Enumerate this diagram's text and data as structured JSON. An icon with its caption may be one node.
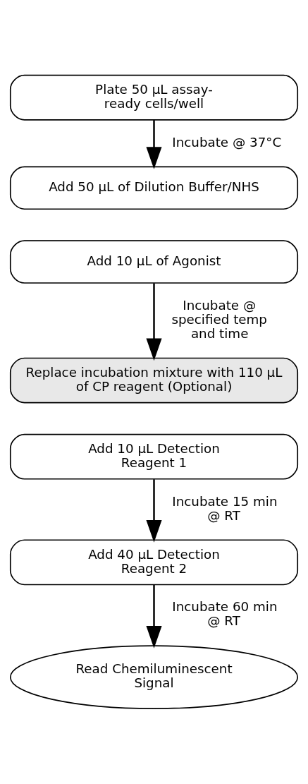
{
  "diagram": {
    "nodes": [
      {
        "text": [
          "Plate 50 μL assay-ready cells/well"
        ]
      },
      {
        "text": [
          "Add 50 μL of Dilution Buffer/NHS"
        ]
      },
      {
        "text": [
          "Add 10 μL of Agonist"
        ]
      },
      {
        "text": [
          "Replace incubation mixture with 110 μL of CP reagent (Optional)"
        ]
      },
      {
        "text": [
          "Add 10 μL Detection Reagent 1"
        ]
      },
      {
        "text": [
          "Add 40 μL Detection Reagent 2"
        ]
      },
      {
        "text": [
          "Read Chemiluminescent Signal"
        ]
      }
    ],
    "edges": [
      {
        "from": 0,
        "to": 1,
        "arrow": "to",
        "label": "Incubate @ 37°C"
      },
      {
        "from": 2,
        "to": 3,
        "arrow": "to",
        "label": "Incubate @ specified temp and time"
      },
      {
        "from": 4,
        "to": 5,
        "arrow": "to",
        "label": "Incubate 15 min @ RT"
      },
      {
        "from": 5,
        "to": 6,
        "arrow": "to",
        "label": "Incubate 60 min @ RT"
      }
    ]
  }
}
